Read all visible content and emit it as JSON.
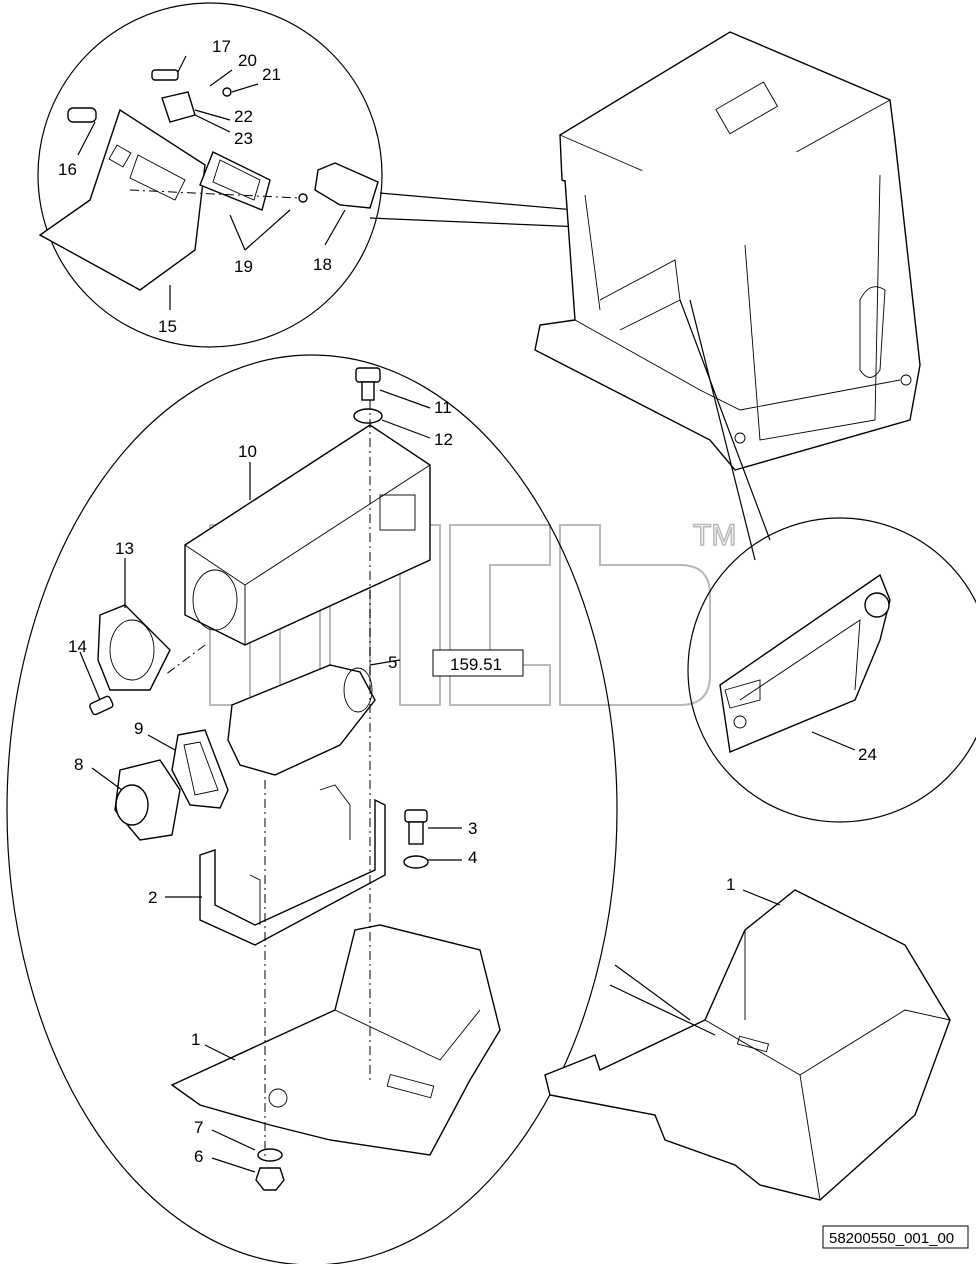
{
  "diagram": {
    "drawing_number": "58200550_001_00",
    "reference": "159.51",
    "watermark": "TM",
    "callouts": {
      "c1a": "1",
      "c1b": "1",
      "c2": "2",
      "c3": "3",
      "c4": "4",
      "c5": "5",
      "c6": "6",
      "c7": "7",
      "c8": "8",
      "c9": "9",
      "c10": "10",
      "c11": "11",
      "c12": "12",
      "c13": "13",
      "c14": "14",
      "c15": "15",
      "c16": "16",
      "c17": "17",
      "c18": "18",
      "c19": "19",
      "c20": "20",
      "c21": "21",
      "c22": "22",
      "c23": "23",
      "c24": "24"
    }
  }
}
